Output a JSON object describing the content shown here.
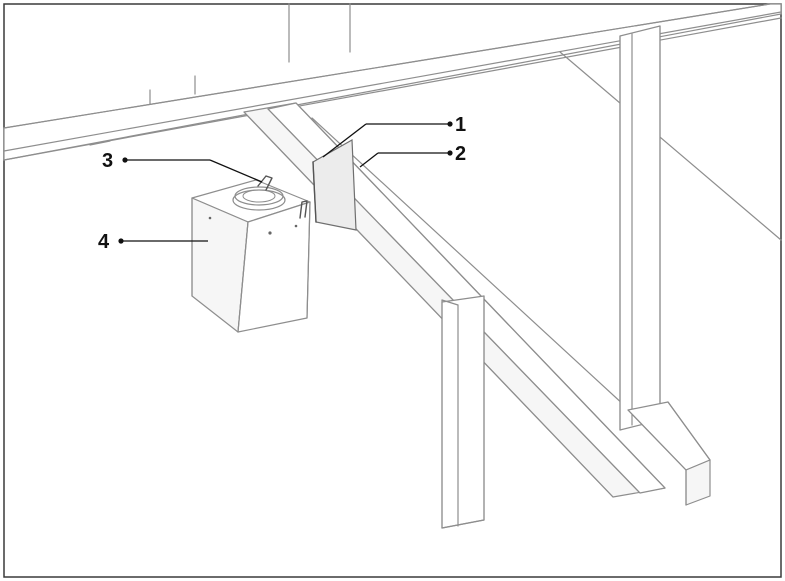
{
  "callouts": [
    {
      "id": "1",
      "label": "1"
    },
    {
      "id": "2",
      "label": "2"
    },
    {
      "id": "3",
      "label": "3"
    },
    {
      "id": "4",
      "label": "4"
    }
  ],
  "colors": {
    "frame": "#3a3a3a",
    "line": "#8e8e8e",
    "callout": "#111111"
  }
}
